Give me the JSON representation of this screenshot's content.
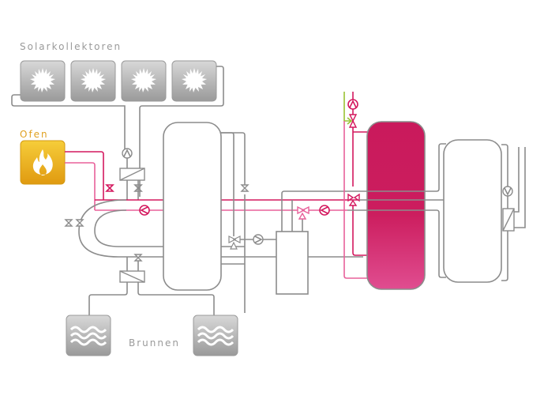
{
  "labels": {
    "solar": "Solarkollektoren",
    "oven": "Ofen",
    "wells": "Brunnen"
  },
  "components": {
    "solar_collectors": [
      {
        "icon": "sun-icon"
      },
      {
        "icon": "sun-icon"
      },
      {
        "icon": "sun-icon"
      },
      {
        "icon": "sun-icon"
      }
    ],
    "oven": {
      "icon": "flame-icon"
    },
    "wells": [
      {
        "icon": "water-waves-icon"
      },
      {
        "icon": "water-waves-icon"
      }
    ],
    "tanks": [
      "buffer-tank-left",
      "hot-water-tank",
      "buffer-tank-right"
    ]
  },
  "colors": {
    "pipe_gray": "#8c8c8c",
    "pipe_hot": "#d4185e",
    "pipe_warm": "#e8609a",
    "pipe_green": "#9ac234",
    "oven_fill": "#f0b81c",
    "hot_tank_top": "#c91a5c",
    "hot_tank_bottom": "#de4a8e",
    "tile_gray": "#a8a8a8"
  }
}
